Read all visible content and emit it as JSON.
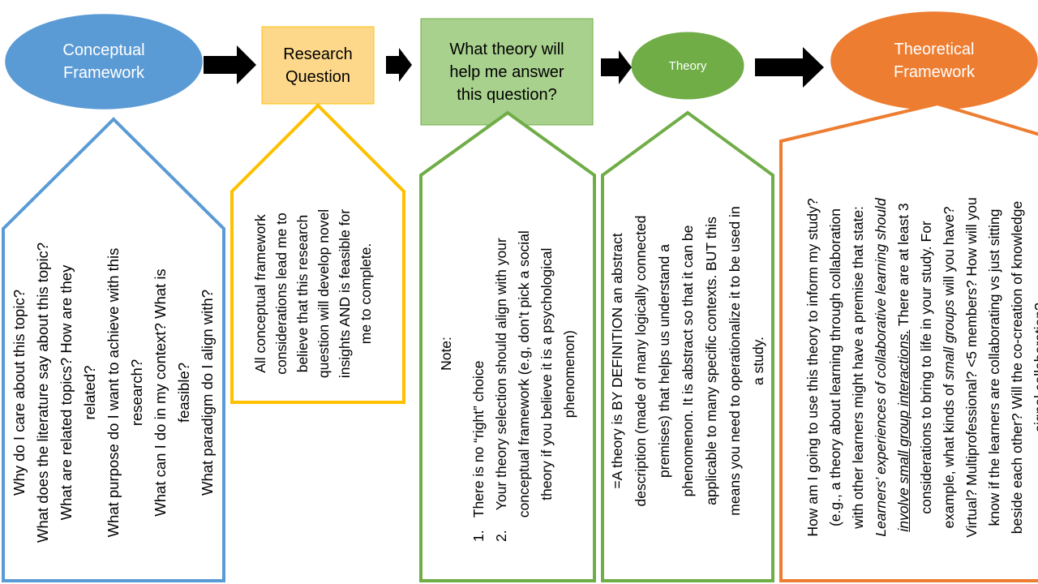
{
  "colors": {
    "blue": "#5b9bd5",
    "yellow": "#ffc000",
    "yellow_fill": "#fdd88a",
    "green": "#70ad47",
    "green_fill": "#a9d18e",
    "orange": "#ed7d31",
    "arrow": "#000000"
  },
  "nodes": {
    "conceptual_framework": [
      "Conceptual",
      "Framework"
    ],
    "research_question": [
      "Research",
      "Question"
    ],
    "what_theory": [
      "What theory will",
      "help me answer",
      "this question?"
    ],
    "theory": "Theory",
    "theoretical_framework": [
      "Theoretical",
      "Framework"
    ]
  },
  "panels": {
    "conceptual": [
      "Why do I care about this topic?",
      "What does the literature say about this topic?",
      "What are related topics? How are they",
      "related?",
      "What purpose do I want to achieve with this",
      "research?",
      "What can I do in my context? What is",
      "feasible?",
      "What paradigm do I align with?"
    ],
    "research": [
      "All conceptual framework",
      "considerations lead me to",
      "believe that this research",
      "question will develop novel",
      "insights AND is feasible for",
      "me to complete."
    ],
    "note": {
      "heading": "Note:",
      "item1_num": "1.",
      "item1": "There is no  “right” choice",
      "item2_num": "2.",
      "item2": [
        "Your theory selection should align with your",
        "conceptual framework (e.g, don’t pick a social",
        "theory if you believe it is a psychological",
        "phenomenon)"
      ]
    },
    "theory_def": [
      "=A theory is BY DEFINITION an abstract",
      "description (made of many logically connected",
      "premises) that helps us understand a",
      "phenomenon. It is abstract so that it can be",
      "applicable to many specific contexts. BUT this",
      "means you need to operationalize it to be used in",
      "a study."
    ],
    "theoretical": {
      "line1": "How am I going to use this theory to inform my study?",
      "line2": "(e.g., a theory about learning through collaboration",
      "line3": "with other learners might have a premise that state:",
      "line4_italic": "Learners’ experiences of collaborative learning should",
      "line5_italic_underlined": "involve small group  interactions.",
      "line5_tail": " There are at least 3",
      "line6": "considerations to bring to life in your study. For",
      "line7_pre": "example, what kinds of ",
      "line7_italic": "small groups",
      "line7_post": " will you have?",
      "line8": "Virtual?  Multiprofessional? <5 members? How will you",
      "line9": "know if the learners are collaborating vs just sitting",
      "line10": "beside each other? Will the co-creation of knowledge",
      "line11": "signal collaboration?"
    }
  }
}
